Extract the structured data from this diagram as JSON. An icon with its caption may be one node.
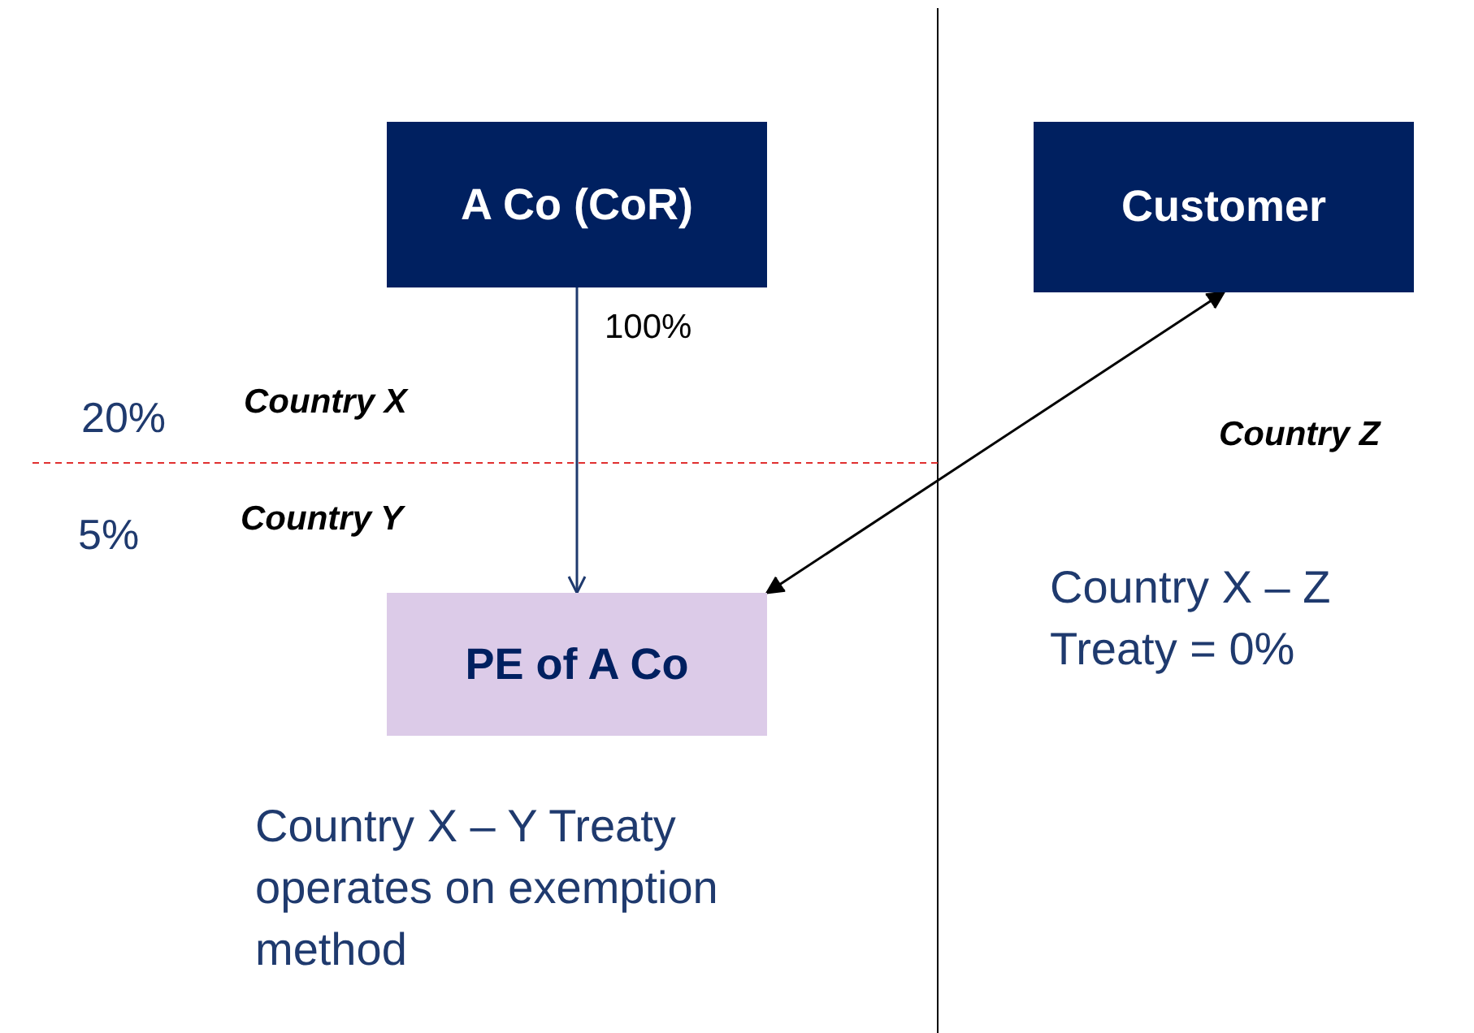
{
  "diagram": {
    "nodes": [
      {
        "text": [
          "A Co (CoR)"
        ]
      },
      {
        "text": [
          "Customer"
        ]
      },
      {
        "text": [
          "PE of A Co"
        ]
      }
    ],
    "edges": [
      {
        "from": 0,
        "to": 2,
        "arrow": "to",
        "label": "100%"
      },
      {
        "from": 2,
        "to": 1,
        "arrow": "both",
        "color": "#000000"
      }
    ],
    "labels": [
      "20%",
      "Country X",
      "5%",
      "Country Y",
      "Country Z",
      "Country X – Z Treaty = 0%",
      "Country X – Y Treaty operates on exemption method"
    ]
  }
}
